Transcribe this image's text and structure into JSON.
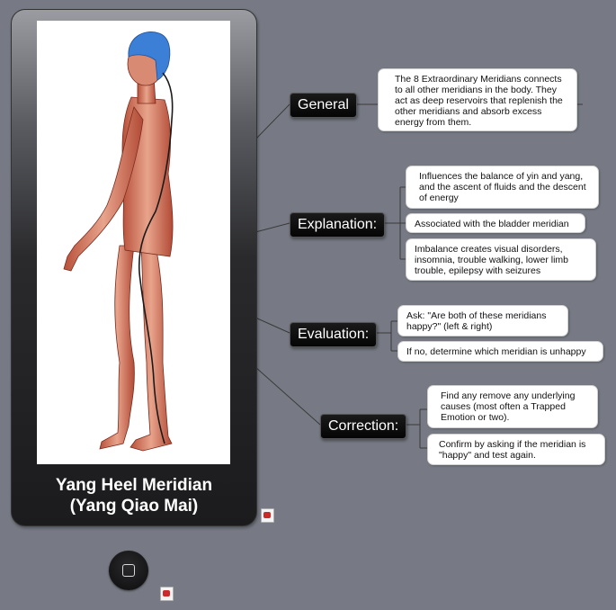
{
  "figure": {
    "title_line1": "Yang Heel Meridian",
    "title_line2": "(Yang Qiao Mai)",
    "meridian_color": "#1a1a1a",
    "head_color": "#3b7fd6"
  },
  "topics": {
    "general": {
      "label": "General",
      "notes": [
        "The 8 Extraordinary Meridians connects to all other meridians in the body. They act as deep reservoirs that replenish the other meridians and absorb excess energy from them."
      ]
    },
    "explanation": {
      "label": "Explanation:",
      "notes": [
        "Influences the balance of yin and yang, and the ascent of fluids and the descent of energy",
        "Associated with the bladder meridian",
        "Imbalance creates visual disorders, insomnia, trouble walking, lower limb trouble, epilepsy with seizures"
      ]
    },
    "evaluation": {
      "label": "Evaluation:",
      "notes": [
        "Ask: \"Are both of these meridians happy?\" (left & right)",
        "If no, determine which meridian is unhappy"
      ]
    },
    "correction": {
      "label": "Correction:",
      "notes": [
        "Find any remove any underlying causes (most often a Trapped Emotion or two).",
        "Confirm by asking if the meridian is \"happy\" and test again."
      ]
    }
  },
  "icons": {
    "attachment": "pdf-attachment-icon",
    "home_button": "home-button-icon"
  }
}
